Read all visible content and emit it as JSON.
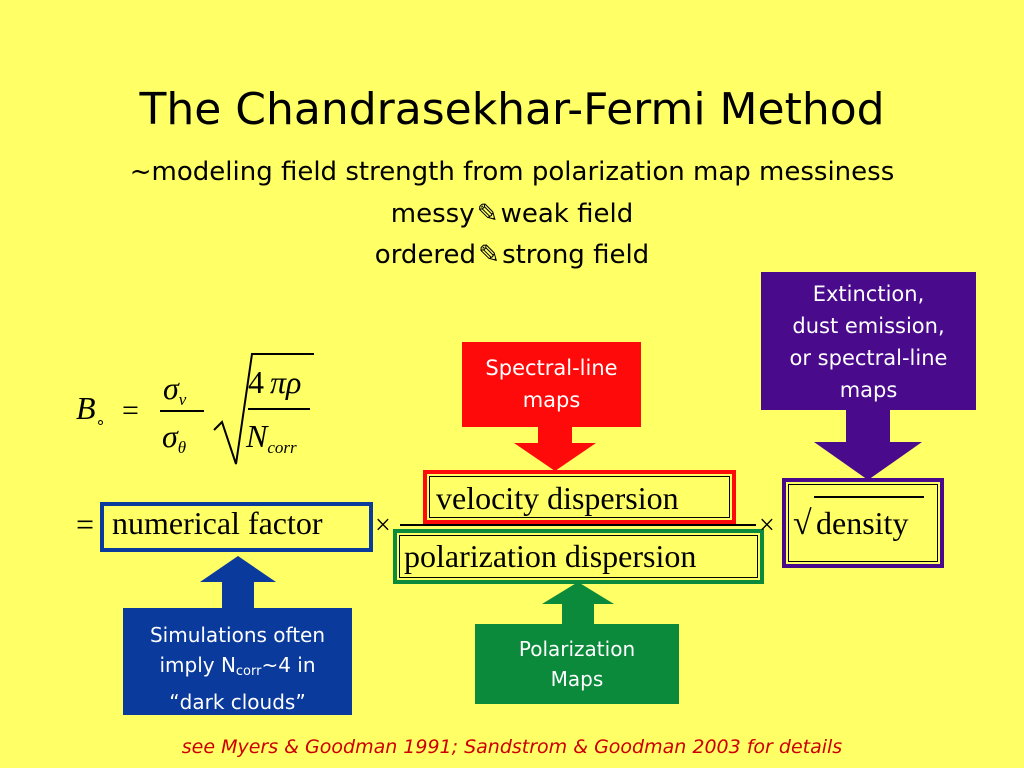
{
  "slide": {
    "title": "The Chandrasekhar-Fermi Method",
    "subtitle": "~modeling field strength from polarization map messiness",
    "line_messy_left": "messy",
    "line_messy_right": "weak field",
    "line_ordered_left": "ordered",
    "line_ordered_right": "strong field",
    "arrow_glyph": "✎"
  },
  "formula": {
    "B": "B",
    "B_sub": "∘",
    "equals": "=",
    "sigma": "σ",
    "v": "v",
    "theta": "θ",
    "four": "4",
    "pi": "π",
    "rho": "ρ",
    "N": "N",
    "corr": "corr"
  },
  "equation2": {
    "equals": "=",
    "numerical_factor": "numerical factor",
    "times": "×",
    "velocity_dispersion": "velocity dispersion",
    "polarization_dispersion": "polarization dispersion",
    "sqrt": "√",
    "density": "density"
  },
  "callouts": {
    "purple_line1": "Extinction,",
    "purple_line2": "dust emission,",
    "purple_line3": "or spectral-line",
    "purple_line4": "maps",
    "red_line1": "Spectral-line",
    "red_line2": "maps",
    "blue_line1": "Simulations often",
    "blue_line2a": "imply N",
    "blue_line2_sub": "corr",
    "blue_line2b": "~4 in",
    "blue_line3": "“dark clouds”",
    "green_line1": "Polarization",
    "green_line2": "Maps"
  },
  "footer": "see Myers & Goodman 1991; Sandstrom & Goodman 2003 for details",
  "colors": {
    "background": "#ffff66",
    "purple": "#4a0a8c",
    "red": "#ff0a0a",
    "blue": "#0a3a9c",
    "green": "#0a8a3a",
    "footer": "#cc0000"
  }
}
